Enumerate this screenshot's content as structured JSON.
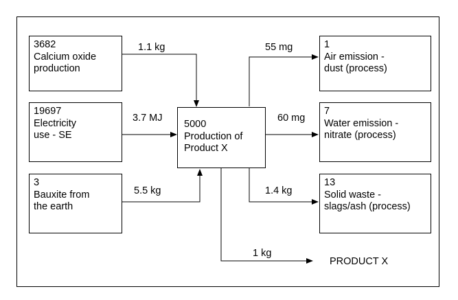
{
  "diagram": {
    "inputs": [
      {
        "id": "3682",
        "lines": [
          "Calcium oxide",
          "production"
        ],
        "flow": "1.1 kg"
      },
      {
        "id": "19697",
        "lines": [
          "Electricity",
          "use - SE"
        ],
        "flow": "3.7 MJ"
      },
      {
        "id": "3",
        "lines": [
          "Bauxite from",
          "the earth"
        ],
        "flow": "5.5 kg"
      }
    ],
    "process": {
      "id": "5000",
      "lines": [
        "Production of",
        "Product X"
      ]
    },
    "outputs": [
      {
        "id": "1",
        "lines": [
          "Air emission -",
          "dust (process)"
        ],
        "flow": "55 mg"
      },
      {
        "id": "7",
        "lines": [
          "Water emission -",
          "nitrate (process)"
        ],
        "flow": "60 mg"
      },
      {
        "id": "13",
        "lines": [
          "Solid waste -",
          "slags/ash (process)"
        ],
        "flow": "1.4 kg"
      }
    ],
    "product": {
      "flow": "1 kg",
      "label": "PRODUCT X"
    }
  }
}
